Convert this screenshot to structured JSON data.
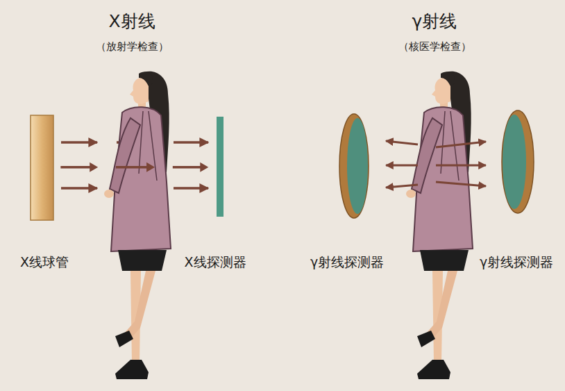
{
  "diagram": {
    "nodes": [
      {
        "text": [
          "X线球管"
        ]
      },
      {
        "text": [
          "X线探测器"
        ]
      },
      {
        "text": [
          "γ射线探测器"
        ]
      },
      {
        "text": [
          "γ射线探测器"
        ]
      }
    ],
    "edges": [
      {
        "from": 0,
        "to": 1,
        "arrow": "to"
      }
    ],
    "labels": [
      "X射线",
      "（放射学检查）",
      "γ射线",
      "（核医学检查）"
    ]
  }
}
